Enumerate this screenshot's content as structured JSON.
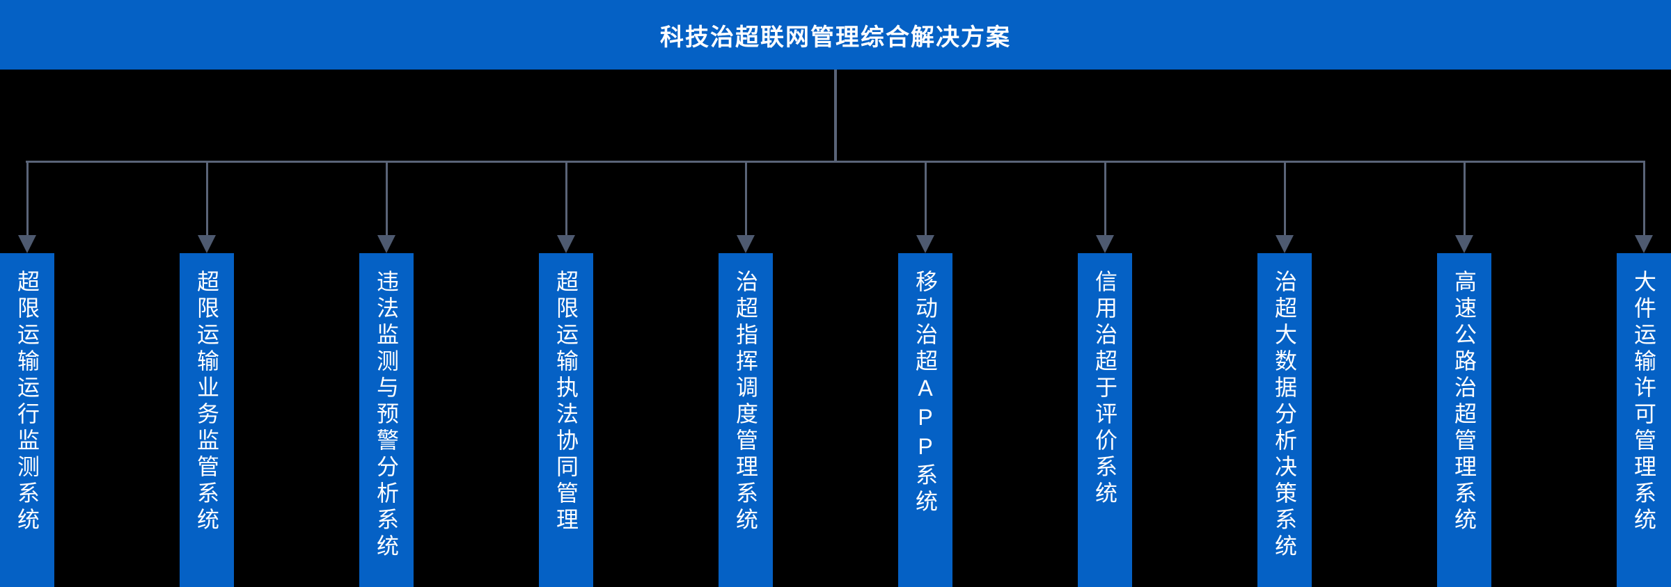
{
  "header": {
    "title": "科技治超联网管理综合解决方案"
  },
  "nodes": [
    {
      "label": "超限运输运行监测系统"
    },
    {
      "label": "超限运输业务监管系统"
    },
    {
      "label": "违法监测与预警分析系统"
    },
    {
      "label": "超限运输执法协同管理"
    },
    {
      "label": "治超指挥调度管理系统"
    },
    {
      "label": "移动治超APP系统"
    },
    {
      "label": "信用治超于评价系统"
    },
    {
      "label": "治超大数据分析决策系统"
    },
    {
      "label": "高速公路治超管理系统"
    },
    {
      "label": "大件运输许可管理系统"
    }
  ],
  "colors": {
    "accent": "#0561c5",
    "line": "#5a6478",
    "arrow": "#4e5a70",
    "bg": "#000000",
    "text": "#ffffff"
  }
}
